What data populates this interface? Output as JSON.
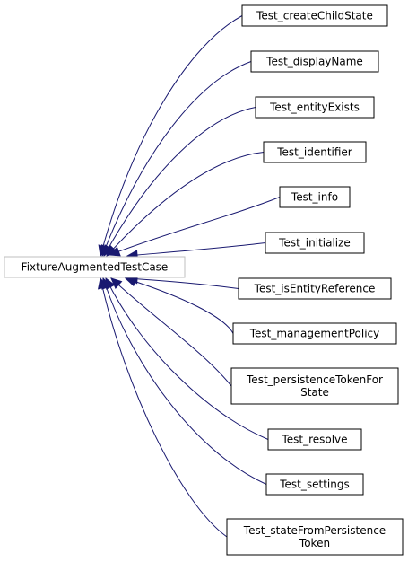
{
  "diagram": {
    "type": "inheritance-graph",
    "edge_color": "#191970",
    "base": {
      "id": "fixture",
      "lines": [
        "FixtureAugmentedTestCase"
      ]
    },
    "derived": [
      {
        "id": "create-child-state",
        "lines": [
          "Test_createChildState"
        ]
      },
      {
        "id": "display-name",
        "lines": [
          "Test_displayName"
        ]
      },
      {
        "id": "entity-exists",
        "lines": [
          "Test_entityExists"
        ]
      },
      {
        "id": "identifier",
        "lines": [
          "Test_identifier"
        ]
      },
      {
        "id": "info",
        "lines": [
          "Test_info"
        ]
      },
      {
        "id": "initialize",
        "lines": [
          "Test_initialize"
        ]
      },
      {
        "id": "is-entity-reference",
        "lines": [
          "Test_isEntityReference"
        ]
      },
      {
        "id": "management-policy",
        "lines": [
          "Test_managementPolicy"
        ]
      },
      {
        "id": "persistence-token-for-state",
        "lines": [
          "Test_persistenceTokenFor",
          "State"
        ]
      },
      {
        "id": "resolve",
        "lines": [
          "Test_resolve"
        ]
      },
      {
        "id": "settings",
        "lines": [
          "Test_settings"
        ]
      },
      {
        "id": "state-from-persistence-token",
        "lines": [
          "Test_stateFromPersistence",
          "Token"
        ]
      }
    ]
  }
}
